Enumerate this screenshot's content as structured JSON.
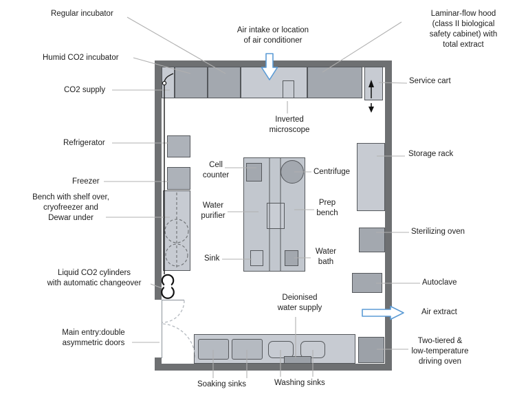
{
  "labels": {
    "regular_incubator": "Regular incubator",
    "humid_co2_incubator": "Humid CO2 incubator",
    "co2_supply": "CO2 supply",
    "refrigerator": "Refrigerator",
    "freezer": "Freezer",
    "bench_shelf": "Bench with shelf over,\ncryofreezer and\nDewar under",
    "liquid_co2": "Liquid CO2 cylinders\nwith automatic changeover",
    "main_entry": "Main entry:double\nasymmetric doors",
    "air_intake": "Air intake or location\nof air conditioner",
    "inverted_microscope": "Inverted\nmicroscope",
    "laminar_hood": "Laminar-flow hood\n(class II biological\nsafety cabinet) with\ntotal extract",
    "service_cart": "Service cart",
    "storage_rack": "Storage rack",
    "sterilizing_oven": "Sterilizing oven",
    "autoclave": "Autoclave",
    "air_extract": "Air extract",
    "two_tiered_oven": "Two-tiered &\nlow-temperature\ndriving oven",
    "cell_counter": "Cell\ncounter",
    "water_purifier": "Water\npurifier",
    "sink": "Sink",
    "centrifuge": "Centrifuge",
    "prep_bench": "Prep\nbench",
    "water_bath": "Water\nbath",
    "soaking_sinks": "Soaking sinks",
    "washing_sinks": "Washing sinks",
    "deionised_water_supply": "Deionised\nwater supply"
  },
  "colors": {
    "wall": "#6e7072",
    "bench_light": "#c7cbd2",
    "equip_mid": "#a3a8af",
    "equip_dark": "#9ca1a8",
    "fridge_fill": "#adb2b9",
    "island_fill": "#c2c7ce",
    "sink_fill": "#b5bac1",
    "outline": "#54575b",
    "arrow_blue": "#5b9bd5",
    "leader": "#b0b0b0",
    "text": "#1c1c1c"
  }
}
